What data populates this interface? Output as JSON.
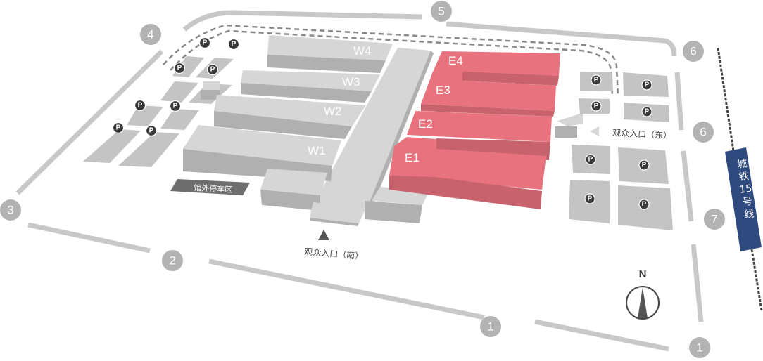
{
  "map": {
    "halls": {
      "west": [
        "W1",
        "W2",
        "W3",
        "W4"
      ],
      "east": [
        "E1",
        "E2",
        "E3",
        "E4"
      ]
    },
    "highlight_color": "#e8737f",
    "entrances": {
      "south": "观众入口（南）",
      "east": "观众入口（东）"
    },
    "outdoor_parking_label": "馆外停车区",
    "parking_symbol": "P",
    "gate_badges": [
      "1",
      "1",
      "2",
      "3",
      "4",
      "5",
      "6",
      "6",
      "7"
    ],
    "metro": {
      "line_chars": [
        "城",
        "铁",
        "15",
        "号",
        "线"
      ],
      "color": "#2f4a7f"
    },
    "compass": {
      "label": "N",
      "icon": "north-arrow-icon"
    }
  }
}
